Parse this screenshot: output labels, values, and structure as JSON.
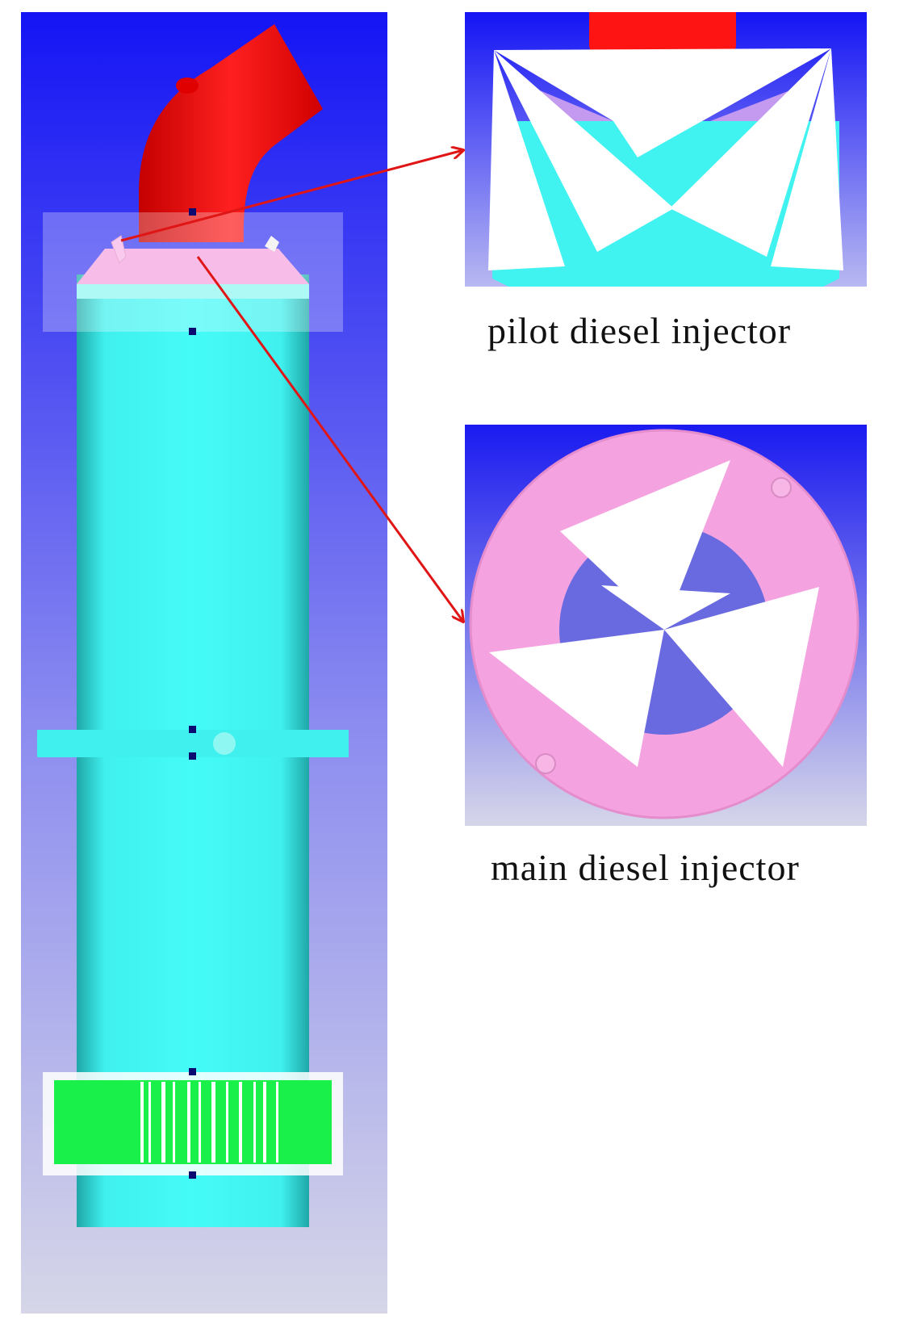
{
  "captions": {
    "pilot": "pilot diesel injector",
    "main": "main diesel injector"
  },
  "colors": {
    "background_top": "#1414f5",
    "background_bottom": "#d6d6e8",
    "chamber_body": "#3ff0ee",
    "chamber_edge": "#1ea8a8",
    "cap": "#f5a3e0",
    "intake_pipe": "#ff1010",
    "spray_cone": "#ffffff",
    "liner_ring": "#19f04a",
    "arrow": "#e01515",
    "marker": "#0a0a70",
    "highlight_box": "rgba(255,255,255,0.28)"
  },
  "icons": {
    "markers": "square-point-marker",
    "arrows": "arrow-right-icon"
  }
}
